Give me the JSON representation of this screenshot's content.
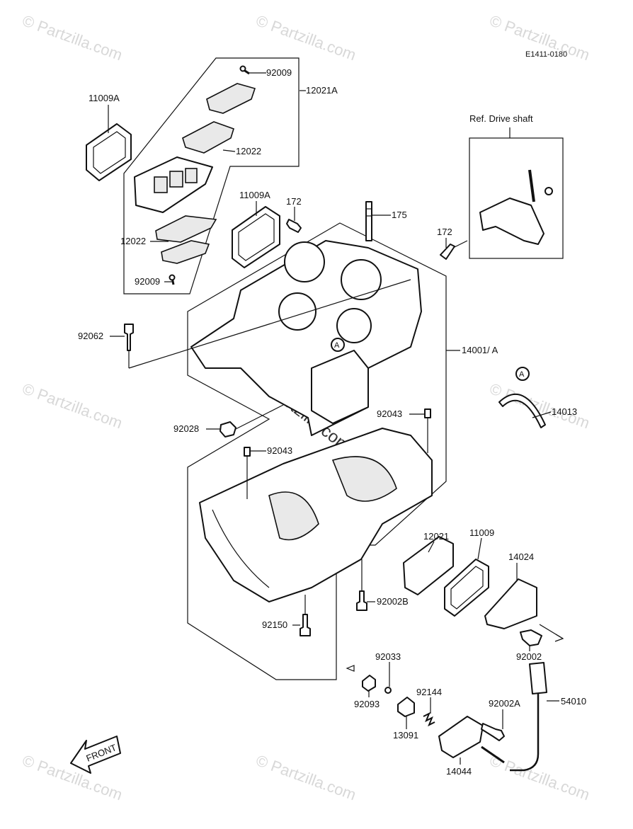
{
  "diagram_id": "E1411-0180",
  "reference_label": "Ref. Drive shaft",
  "front_label": "FRONT",
  "watermark": "© Partzilla.com",
  "watermark_center": "© Partzilla.com",
  "marker": "A",
  "parts": {
    "p11009A_1": "11009A",
    "p92009_1": "92009",
    "p12021A": "12021A",
    "p12022_1": "12022",
    "p11009A_2": "11009A",
    "p172_1": "172",
    "p175": "175",
    "p12022_2": "12022",
    "p92009_2": "92009",
    "p172_2": "172",
    "p92062": "92062",
    "p14001A": "14001/ A",
    "p14013": "14013",
    "p92043_1": "92043",
    "p92028": "92028",
    "p92043_2": "92043",
    "p12021": "12021",
    "p11009": "11009",
    "p14024": "14024",
    "p92002B": "92002B",
    "p92150": "92150",
    "p92002": "92002",
    "p92033": "92033",
    "p92144": "92144",
    "p92002A": "92002A",
    "p54010": "54010",
    "p92093": "92093",
    "p13091": "13091",
    "p14044": "14044"
  }
}
